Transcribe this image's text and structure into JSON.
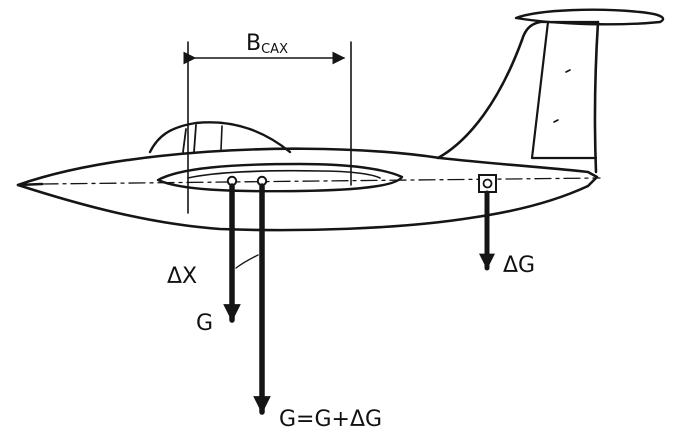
{
  "labels": {
    "chord_main": "B",
    "chord_sub": "CAX",
    "delta_x": "ΔX",
    "weight_g": "G",
    "delta_g": "ΔG",
    "total": "G=G+ΔG"
  },
  "colors": {
    "ink": "#151515",
    "background": "#ffffff"
  }
}
